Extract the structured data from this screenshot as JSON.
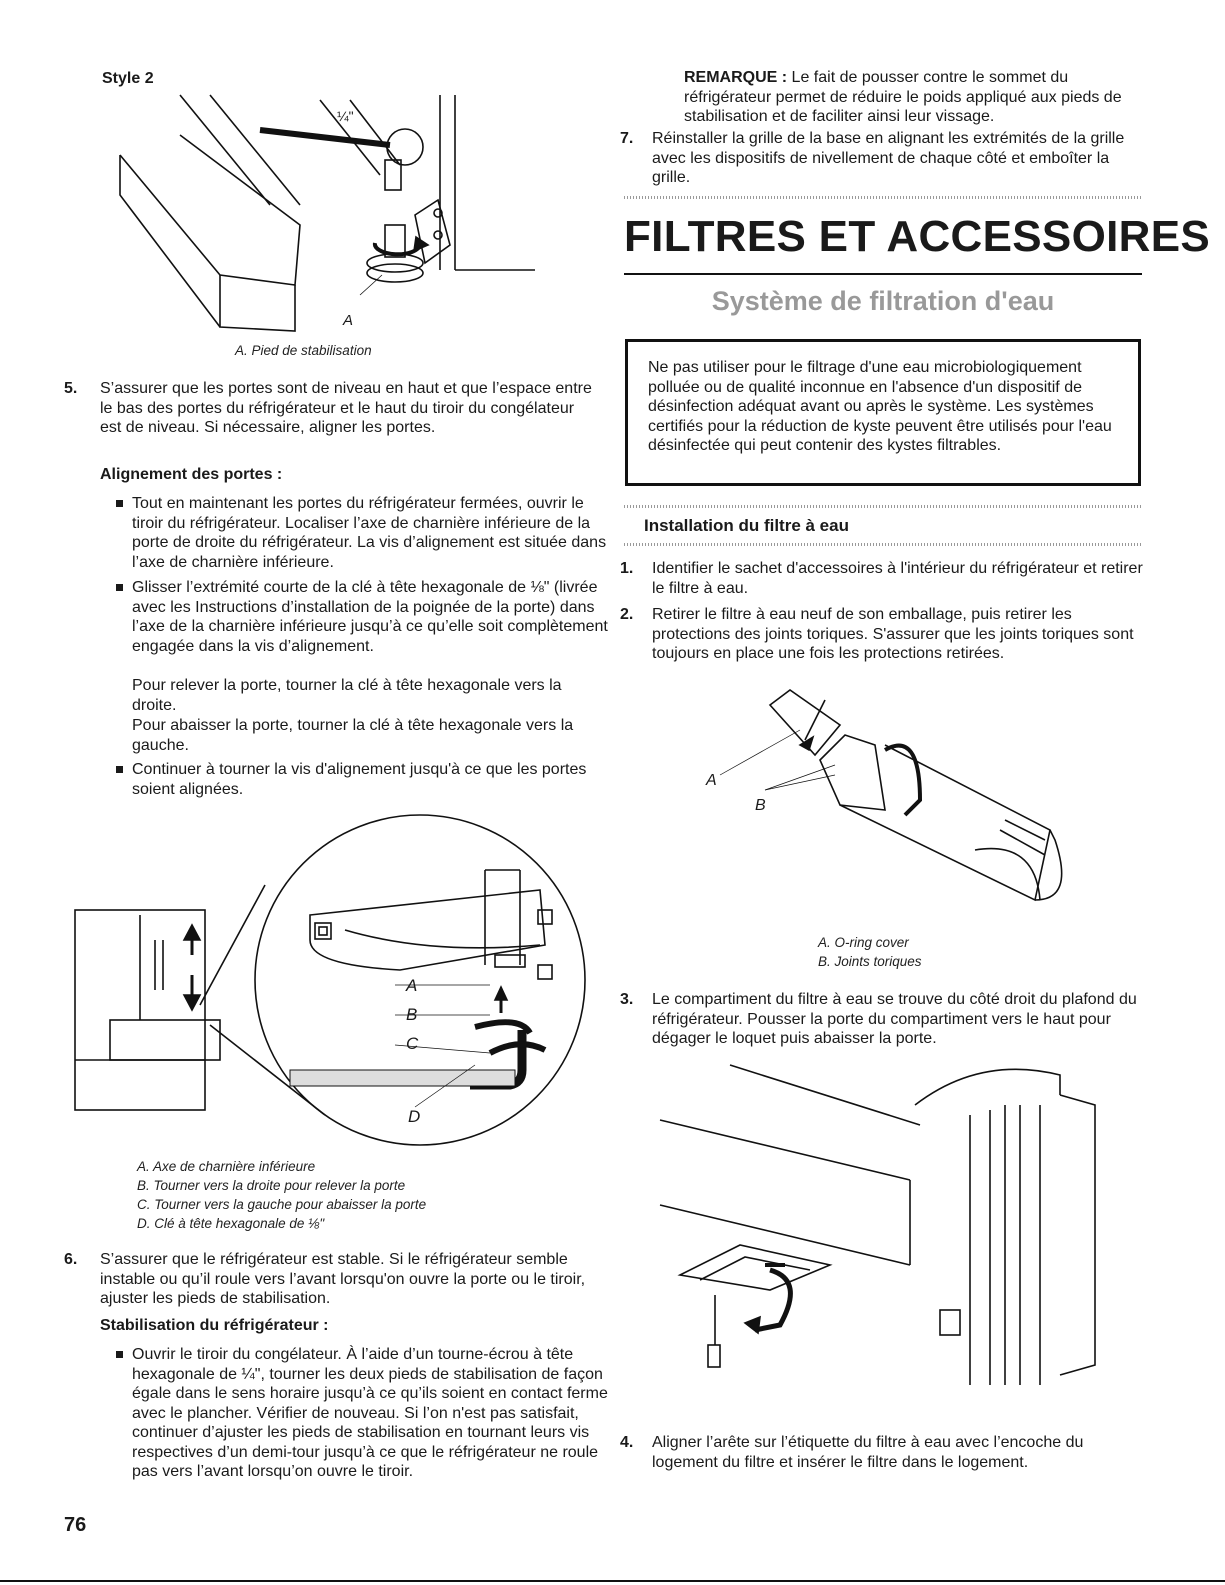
{
  "left": {
    "style_heading": "Style 2",
    "fig1": {
      "dim_label": "¼\"",
      "label_a": "A",
      "caption": "A. Pied de stabilisation"
    },
    "step5": {
      "num": "5.",
      "text": "S’assurer que les portes sont de niveau en haut et que l’espace entre le bas des portes du réfrigérateur et le haut du tiroir du congélateur est de niveau. Si nécessaire, aligner les portes."
    },
    "door_alignment_heading": "Alignement des portes :",
    "bullets1": [
      "Tout en maintenant les portes du réfrigérateur fermées, ouvrir le tiroir du réfrigérateur. Localiser l’axe de charnière inférieure de la porte de droite du réfrigérateur. La vis d’alignement est située dans l’axe de charnière inférieure.",
      "Glisser l’extrémité courte de la clé à tête hexagonale de ⅛\" (livrée avec les Instructions d’installation de la poignée de la porte) dans l’axe de la charnière inférieure jusqu’à ce qu’elle soit complètement engagée dans la vis d’alignement."
    ],
    "raise_text": "Pour relever la porte, tourner la clé à tête hexagonale vers la droite.",
    "lower_text": "Pour abaisser la porte, tourner la clé à tête hexagonale vers la gauche.",
    "bullet3": "Continuer à tourner la vis d'alignement jusqu'à ce que les portes soient alignées.",
    "fig2": {
      "labels": [
        "A",
        "B",
        "C",
        "D"
      ],
      "captions": [
        "A. Axe de charnière inférieure",
        "B. Tourner vers la droite pour relever la porte",
        "C. Tourner vers la gauche pour abaisser la porte",
        "D. Clé à tête hexagonale de ⅛\""
      ]
    },
    "step6": {
      "num": "6.",
      "text": "S’assurer que le réfrigérateur est stable. Si le réfrigérateur semble instable ou qu’il roule vers l’avant lorsqu'on ouvre la porte ou le tiroir, ajuster les pieds de stabilisation."
    },
    "stabilization_heading": "Stabilisation du réfrigérateur :",
    "bullet4": "Ouvrir le tiroir du congélateur. À l’aide d’un tourne-écrou à tête hexagonale de ¼\", tourner les deux pieds de stabilisation de façon égale dans le sens horaire jusqu’à ce qu’ils soient en contact ferme avec le plancher. Vérifier de nouveau. Si l’on n'est pas satisfait, continuer d’ajuster les pieds de stabilisation en tournant leurs vis respectives d’un demi-tour jusqu’à ce que le réfrigérateur ne roule pas vers l’avant lorsqu’on ouvre le tiroir."
  },
  "right": {
    "note_label": "REMARQUE :",
    "note_text": " Le fait de pousser contre le sommet du réfrigérateur permet de réduire le poids appliqué aux pieds de stabilisation et de faciliter ainsi leur vissage.",
    "step7": {
      "num": "7.",
      "text": "Réinstaller la grille de la base en alignant les extrémités de la grille avec les dispositifs de nivellement de chaque côté et emboîter la grille."
    },
    "section_title": "FILTRES ET ACCESSOIRES",
    "subsection_title": "Système de filtration d'eau",
    "warning_text": "Ne pas utiliser pour le filtrage d'une eau microbiologiquement polluée ou de qualité inconnue en l'absence d'un dispositif de désinfection adéquat avant ou après le système. Les systèmes certifiés pour la réduction de kyste peuvent être utilisés pour l'eau désinfectée qui peut contenir des kystes filtrables.",
    "install_heading": "Installation du filtre à eau",
    "steps": [
      {
        "num": "1.",
        "text": "Identifier le sachet d'accessoires à l'intérieur du réfrigérateur et retirer le filtre à eau."
      },
      {
        "num": "2.",
        "text": "Retirer le filtre à eau neuf de son emballage, puis retirer les protections des joints toriques. S'assurer que les joints toriques sont toujours en place une fois les protections retirées."
      }
    ],
    "fig3": {
      "label_a": "A",
      "label_b": "B",
      "captions": [
        "A. O-ring cover",
        "B. Joints toriques"
      ]
    },
    "step3": {
      "num": "3.",
      "text": "Le compartiment du filtre à eau se trouve du côté droit du plafond du réfrigérateur. Pousser la porte du compartiment vers le haut pour dégager le loquet puis abaisser la porte."
    },
    "step4": {
      "num": "4.",
      "text": "Aligner l’arête sur l’étiquette du filtre à eau avec l’encoche du logement du filtre et insérer le filtre dans le logement."
    }
  },
  "page_number": "76"
}
